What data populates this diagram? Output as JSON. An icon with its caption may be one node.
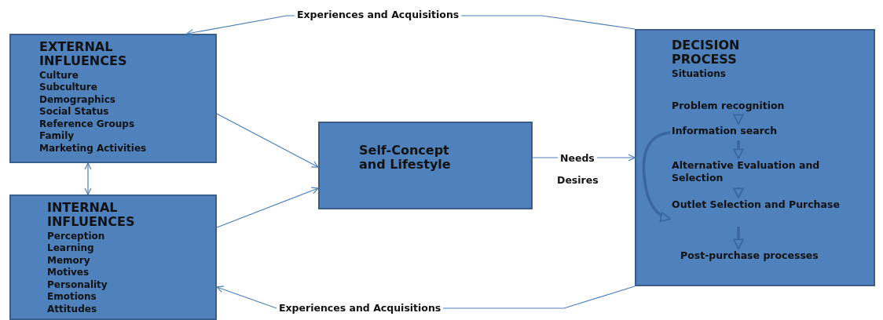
{
  "diagram": {
    "nodes": [
      {
        "text": [
          "EXTERNAL INFLUENCES",
          "Culture",
          "Subculture",
          "Demographics",
          "Social Status",
          "Reference Groups",
          "Family",
          "Marketing Activities"
        ]
      },
      {
        "text": [
          "INTERNAL INFLUENCES",
          "Perception",
          "Learning",
          "Memory",
          "Motives",
          "Personality",
          "Emotions",
          "Attitudes"
        ]
      },
      {
        "text": [
          "Self-Concept and Lifestyle"
        ]
      },
      {
        "text": [
          "DECISION PROCESS",
          "Situations"
        ]
      },
      {
        "text": [
          "Problem recognition"
        ],
        "in": 3
      },
      {
        "text": [
          "Information search"
        ],
        "in": 3
      },
      {
        "text": [
          "Alternative Evaluation and Selection"
        ],
        "in": 3
      },
      {
        "text": [
          "Outlet Selection and Purchase"
        ],
        "in": 3
      },
      {
        "text": [
          "Post-purchase processes"
        ],
        "in": 3
      }
    ],
    "edges": [
      {
        "from": 3,
        "to": 0,
        "arrow": "to",
        "label": "Experiences and Acquisitions"
      },
      {
        "from": 3,
        "to": 1,
        "arrow": "to",
        "label": "Experiences and Acquisitions"
      },
      {
        "from": 0,
        "to": 1,
        "arrow": "both"
      },
      {
        "from": 0,
        "to": 2,
        "arrow": "to"
      },
      {
        "from": 1,
        "to": 2,
        "arrow": "to"
      },
      {
        "from": 2,
        "to": 3,
        "arrow": "to",
        "label": "Needs"
      },
      {
        "from": 4,
        "to": 5,
        "arrow": "to",
        "style": "thick",
        "color": "#3a66a0"
      },
      {
        "from": 5,
        "to": 6,
        "arrow": "to",
        "style": "thick",
        "color": "#3a66a0"
      },
      {
        "from": 6,
        "to": 7,
        "arrow": "to",
        "style": "thick",
        "color": "#3a66a0"
      },
      {
        "from": 7,
        "to": 8,
        "arrow": "to",
        "style": "thick",
        "color": "#3a66a0"
      },
      {
        "from": 5,
        "to": 7,
        "arrow": "to",
        "style": "thick",
        "color": "#3a66a0"
      }
    ],
    "labels": [
      "Desires"
    ]
  }
}
